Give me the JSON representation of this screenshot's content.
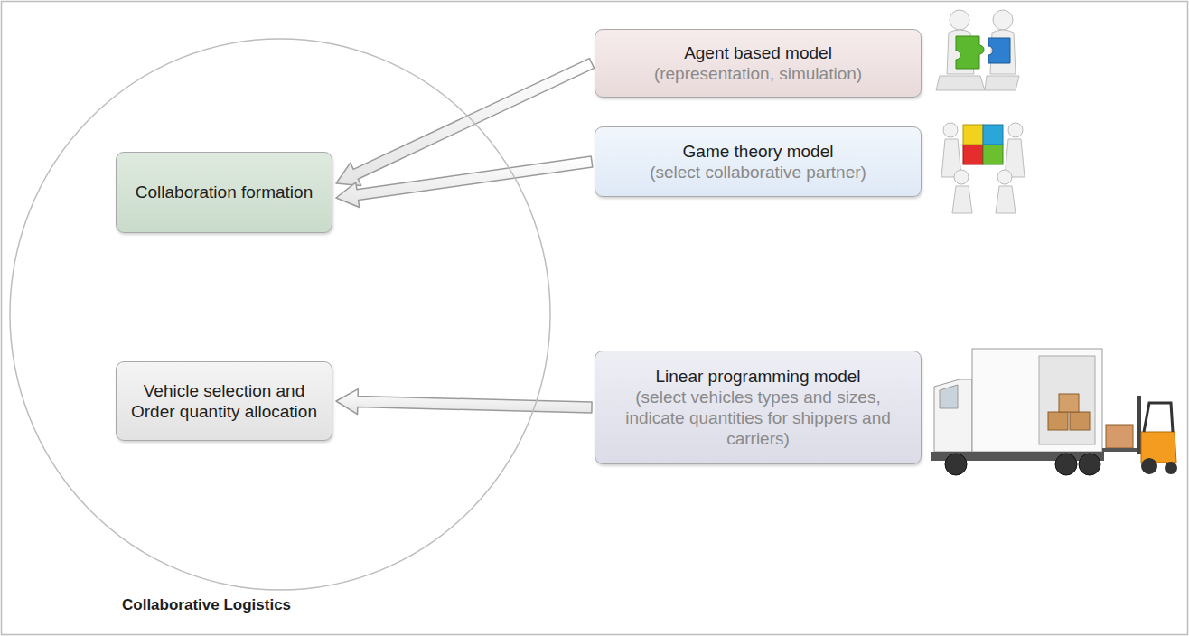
{
  "diagram": {
    "nodes": [
      {
        "text": [
          "Collaborative Logistics"
        ]
      },
      {
        "text": [
          "Collaboration formation"
        ],
        "in": 0
      },
      {
        "text": [
          "Vehicle selection and Order quantity allocation"
        ],
        "in": 0
      },
      {
        "text": [
          "Agent based model",
          "(representation, simulation)"
        ]
      },
      {
        "text": [
          "Game theory model",
          "(select collaborative partner)"
        ]
      },
      {
        "text": [
          "Linear programming model",
          "(select vehicles types and sizes, indicate quantities for shippers and carriers)"
        ]
      }
    ],
    "edges": [
      {
        "from": 3,
        "to": 1,
        "arrow": "to"
      },
      {
        "from": 4,
        "to": 1,
        "arrow": "to"
      },
      {
        "from": 5,
        "to": 2,
        "arrow": "to"
      }
    ]
  }
}
